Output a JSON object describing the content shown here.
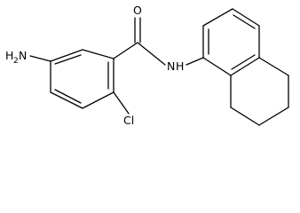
{
  "molecule": {
    "labels": {
      "amine_n": "H",
      "amine_n_symbol": "N",
      "amine_sub": "2",
      "amide_o": "O",
      "amide_n": "N",
      "amide_h": "H",
      "chlorine": "Cl"
    },
    "colors": {
      "bond": "#000000",
      "text": "#000000",
      "background": "#ffffff"
    }
  }
}
